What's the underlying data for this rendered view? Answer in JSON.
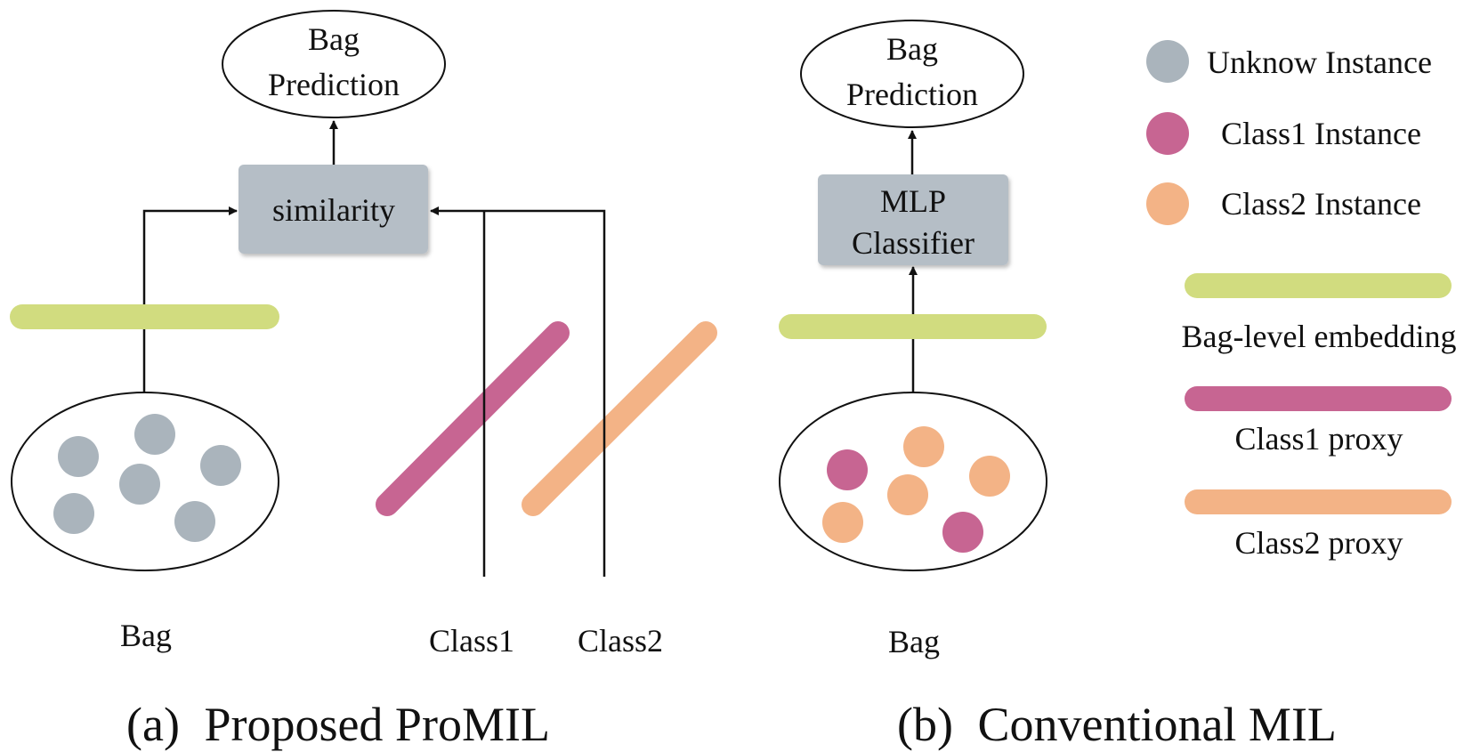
{
  "colors": {
    "unknown_instance": "#aab4bc",
    "class1": "#c76592",
    "class2": "#f3b386",
    "bag_embedding": "#d1dc7f",
    "box_fill": "#b5bec6",
    "stroke": "#111111"
  },
  "panel_a": {
    "caption_prefix": "(a)",
    "caption_text": "Proposed ProMIL",
    "prediction_line1": "Bag",
    "prediction_line2": "Prediction",
    "similarity_label": "similarity",
    "bag_label": "Bag",
    "class1_label": "Class1",
    "class2_label": "Class2"
  },
  "panel_b": {
    "caption_prefix": "(b)",
    "caption_text": "Conventional MIL",
    "prediction_line1": "Bag",
    "prediction_line2": "Prediction",
    "classifier_line1": "MLP",
    "classifier_line2": "Classifier",
    "bag_label": "Bag"
  },
  "legend": {
    "unknown_instance": "Unknow Instance",
    "class1_instance": "Class1 Instance",
    "class2_instance": "Class2 Instance",
    "bag_embedding": "Bag-level embedding",
    "class1_proxy": "Class1 proxy",
    "class2_proxy": "Class2 proxy"
  }
}
